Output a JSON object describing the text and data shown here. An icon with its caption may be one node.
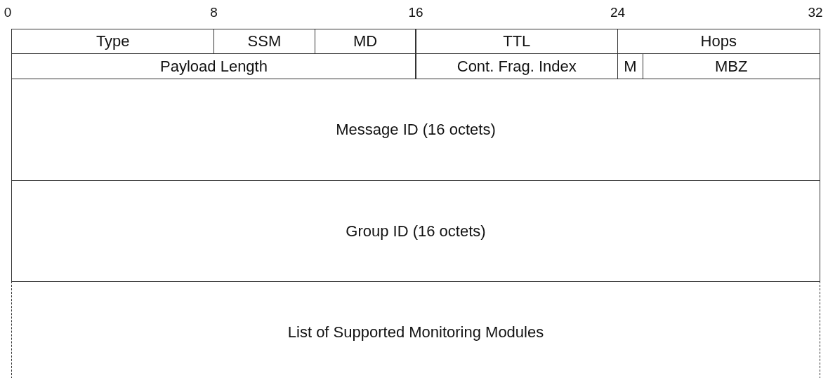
{
  "diagram": {
    "nodes": [
      {
        "text": [
          "Type"
        ]
      },
      {
        "text": [
          "SSM"
        ]
      },
      {
        "text": [
          "MD"
        ]
      },
      {
        "text": [
          "TTL"
        ]
      },
      {
        "text": [
          "Hops"
        ]
      },
      {
        "text": [
          "Payload Length"
        ]
      },
      {
        "text": [
          "Cont. Frag. Index"
        ]
      },
      {
        "text": [
          "M"
        ]
      },
      {
        "text": [
          "MBZ"
        ]
      },
      {
        "text": [
          "Message ID (16 octets)"
        ]
      },
      {
        "text": [
          "Group ID (16 octets)"
        ]
      },
      {
        "text": [
          "List of Supported Monitoring Modules"
        ]
      }
    ],
    "labels": [
      "0",
      "8",
      "16",
      "24",
      "32"
    ]
  }
}
